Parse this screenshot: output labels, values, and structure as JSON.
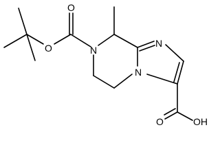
{
  "molecule": {
    "atoms": {
      "o_ether": "O",
      "o_carbonyl_boc": "O",
      "n_7": "N",
      "n_imidazole": "N",
      "n_bridgehead": "N",
      "o_carbonyl_acid": "O",
      "oh_acid": "OH"
    }
  }
}
